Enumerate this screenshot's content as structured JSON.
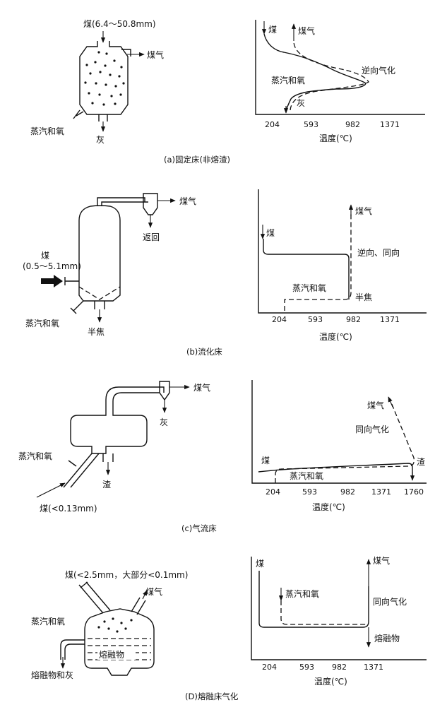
{
  "panels": [
    {
      "caption": "(a)固定床(非熔渣)",
      "vessel_labels": {
        "coal_feed": "煤(6.4～50.8mm)",
        "gas": "煤气",
        "steam": "蒸汽和氧",
        "ash": "灰"
      },
      "chart_labels": {
        "coal": "煤",
        "gas": "煤气",
        "mode": "逆向气化",
        "steam": "蒸汽和氧",
        "ash": "灰"
      },
      "axis_title": "温度(℃)",
      "ticks": [
        "204",
        "593",
        "982",
        "1371"
      ]
    },
    {
      "caption": "(b)流化床",
      "vessel_labels": {
        "gas": "煤气",
        "return": "返回",
        "coal_name": "煤",
        "coal_size": "(0.5～5.1mm)",
        "steam": "蒸汽和氧",
        "char": "半焦"
      },
      "chart_labels": {
        "coal": "煤",
        "gas": "煤气",
        "mode": "逆向、同向",
        "steam": "蒸汽和氧",
        "char": "半焦"
      },
      "axis_title": "温度(℃)",
      "ticks": [
        "204",
        "593",
        "982",
        "1371"
      ]
    },
    {
      "caption": "(c)气流床",
      "vessel_labels": {
        "gas": "煤气",
        "ash": "灰",
        "steam": "蒸汽和氧",
        "slag": "渣",
        "coal_feed": "煤(<0.13mm)"
      },
      "chart_labels": {
        "gas": "煤气",
        "mode": "同向气化",
        "coal": "煤",
        "slag": "渣",
        "steam": "蒸汽和氧"
      },
      "axis_title": "温度(℃)",
      "ticks": [
        "204",
        "593",
        "982",
        "1371",
        "1760"
      ]
    },
    {
      "caption": "(D)熔融床气化",
      "vessel_labels": {
        "coal_feed": "煤(<2.5mm，大部分<0.1mm)",
        "gas": "煤气",
        "steam": "蒸汽和氧",
        "melt": "熔融物",
        "melt_ash": "熔融物和灰"
      },
      "chart_labels": {
        "coal": "煤",
        "gas": "煤气",
        "steam": "蒸汽和氧",
        "mode": "同向气化",
        "melt": "熔融物"
      },
      "axis_title": "温度(℃)",
      "ticks": [
        "204",
        "593",
        "982",
        "1371"
      ]
    }
  ]
}
